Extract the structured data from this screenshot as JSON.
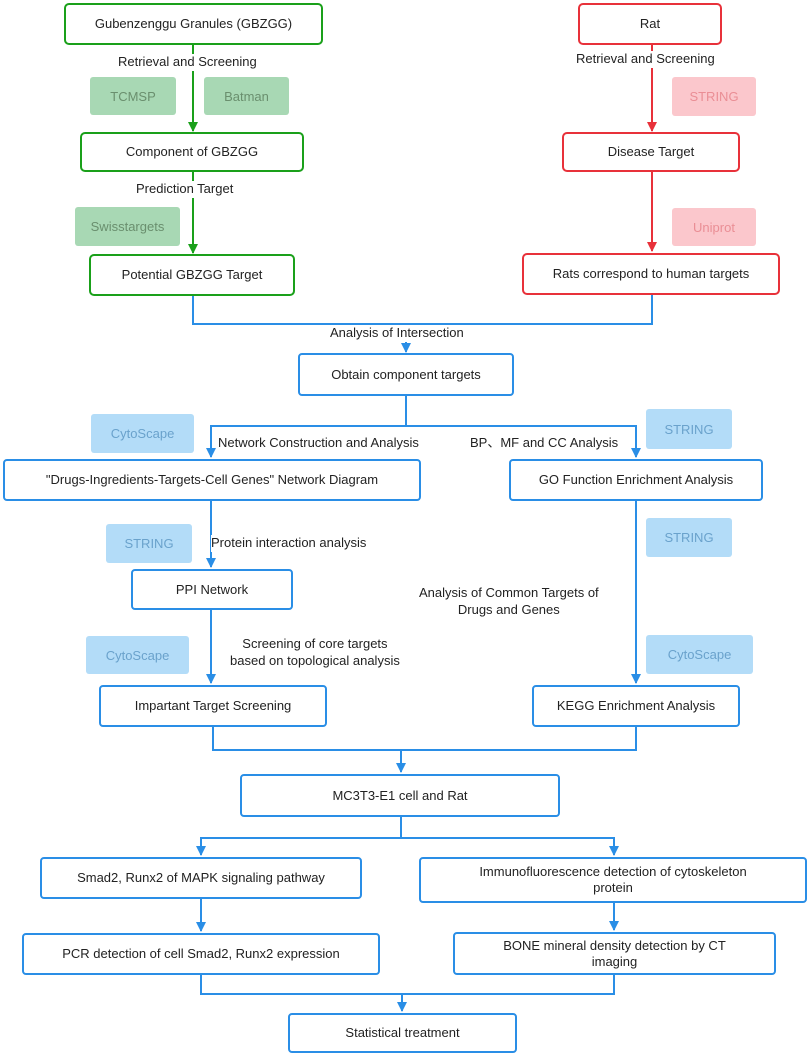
{
  "nodes": {
    "gbzgg": "Gubenzenggu Granules (GBZGG)",
    "rat": "Rat",
    "component": "Component of GBZGG",
    "disease_target": "Disease Target",
    "potential_target": "Potential GBZGG Target",
    "rats_human": "Rats correspond to human targets",
    "obtain_targets": "Obtain component targets",
    "network_diagram": "\"Drugs-Ingredients-Targets-Cell Genes\" Network Diagram",
    "go_enrichment": "GO Function Enrichment Analysis",
    "ppi_network": "PPI Network",
    "important_screening": "Impartant Target Screening",
    "kegg": "KEGG Enrichment Analysis",
    "mc3t3": "MC3T3-E1 cell and Rat",
    "smad_mapk": "Smad2, Runx2 of MAPK signaling pathway",
    "immuno": "Immunofluorescence detection of cytoskeleton protein",
    "pcr": "PCR detection of cell Smad2, Runx2 expression",
    "bone": "BONE mineral density detection by CT imaging",
    "statistical": "Statistical treatment"
  },
  "tags": {
    "tcmsp": "TCMSP",
    "batman": "Batman",
    "swisstargets": "Swisstargets",
    "string_red": "STRING",
    "uniprot": "Uniprot",
    "cytoscape_1": "CytoScape",
    "string_go": "STRING",
    "string_ppi": "STRING",
    "string_kegg": "STRING",
    "cytoscape_2": "CytoScape",
    "cytoscape_3": "CytoScape"
  },
  "edge_labels": {
    "retrieval_left": "Retrieval and Screening",
    "retrieval_right": "Retrieval and Screening",
    "prediction": "Prediction Target",
    "intersection": "Analysis of Intersection",
    "network_construction": "Network Construction and Analysis",
    "bp_mf_cc": "BP、MF and CC Analysis",
    "protein_interaction": "Protein interaction analysis",
    "screening_core": "Screening of core targets\nbased on topological analysis",
    "common_targets": "Analysis of Common Targets of\nDrugs and Genes"
  },
  "colors": {
    "green": "#1aa01a",
    "red": "#e8313a",
    "blue": "#2a8ee6"
  }
}
